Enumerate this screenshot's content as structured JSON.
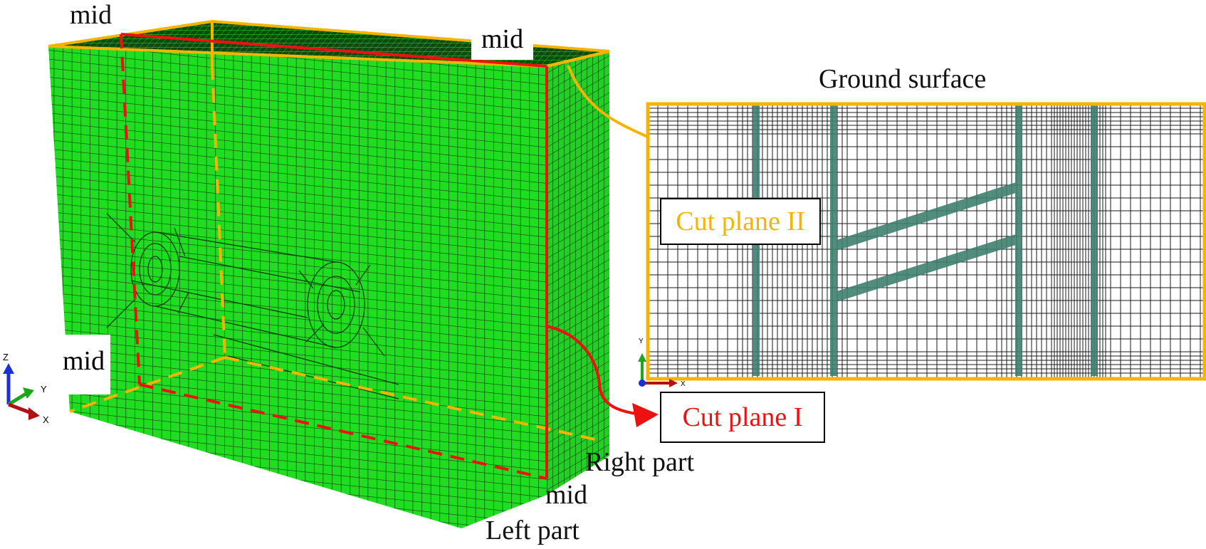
{
  "labels": {
    "mid_top_left": "mid",
    "mid_top_right": "mid",
    "mid_left": "mid",
    "mid_bottom": "mid",
    "right_part": "Right part",
    "left_part": "Left part",
    "ground_surface": "Ground surface",
    "cut_plane_1": "Cut plane I",
    "cut_plane_2": "Cut plane II"
  },
  "axes_left": {
    "z": "Z",
    "y": "Y",
    "x": "X"
  },
  "axes_right": {
    "y": "Y",
    "x": "X"
  },
  "colors": {
    "mesh_green": "#1fdc1f",
    "mesh_line": "#0c3a0c",
    "cut_plane_1": "#ee1111",
    "cut_plane_2": "#f5b400",
    "liner": "#3f8070",
    "section_grid": "#1a1a1a"
  }
}
